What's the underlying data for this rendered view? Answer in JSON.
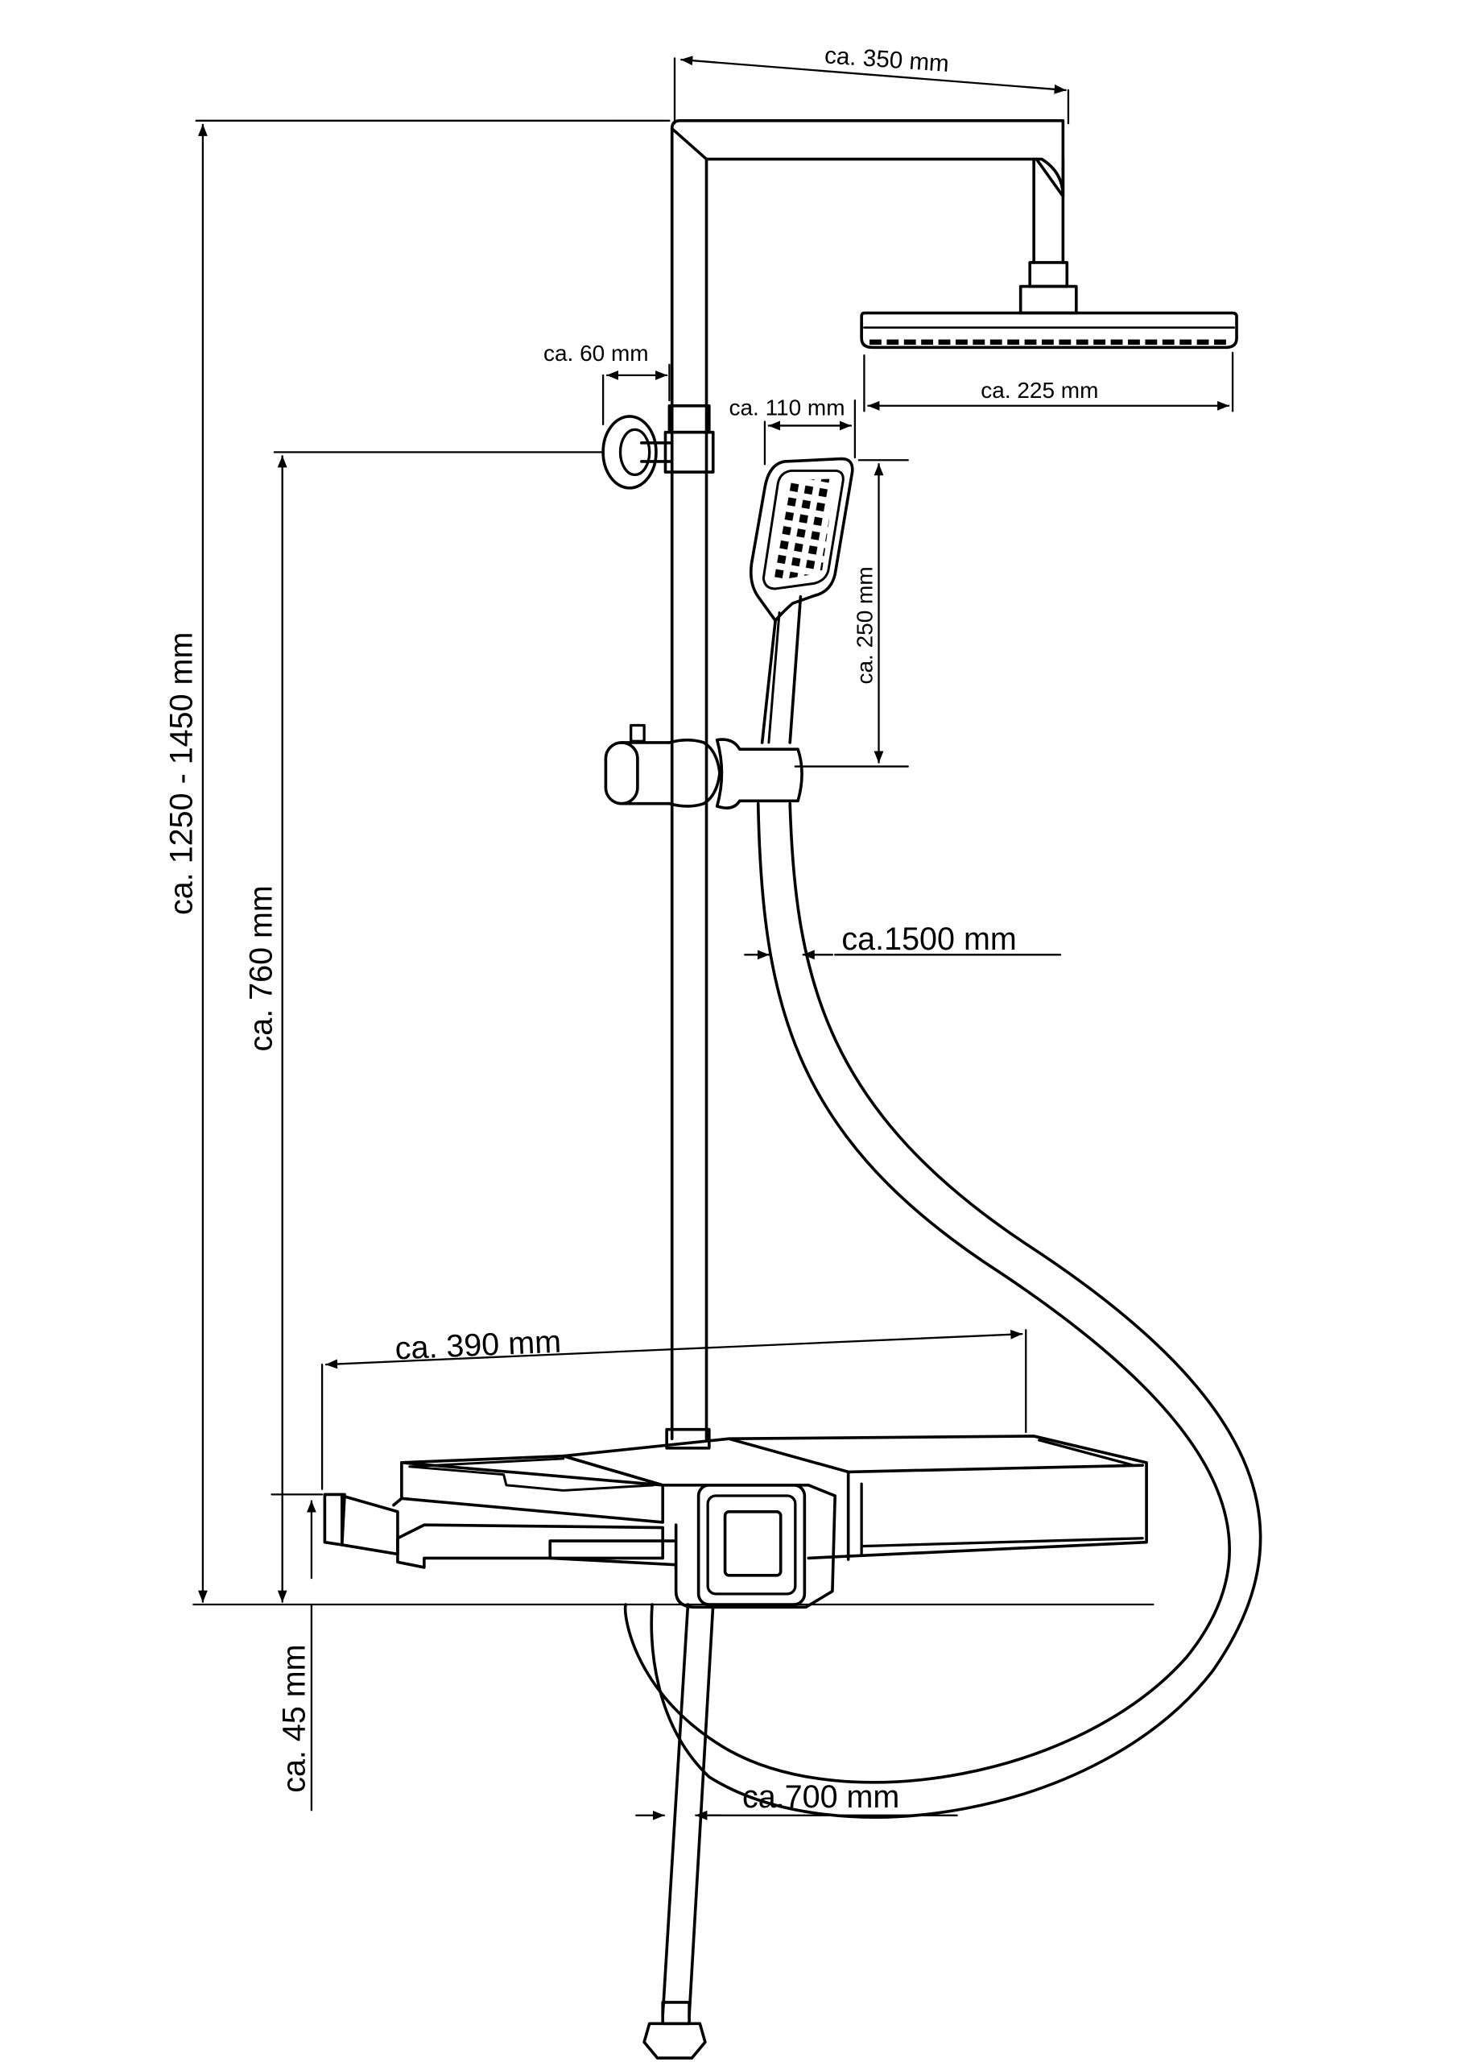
{
  "dimensions": {
    "top_arm_width": "ca. 350 mm",
    "overall_height": "ca. 1250 - 1450 mm",
    "wall_bracket_offset": "ca. 60 mm",
    "hand_shower_width": "ca. 110 mm",
    "rain_shower_width": "ca. 225 mm",
    "hand_shower_length": "ca. 250 mm",
    "bracket_height": "ca. 760 mm",
    "hose_long": "ca.1500 mm",
    "shelf_width": "ca. 390 mm",
    "base_offset": "ca. 45 mm",
    "hose_short": "ca.700 mm"
  }
}
